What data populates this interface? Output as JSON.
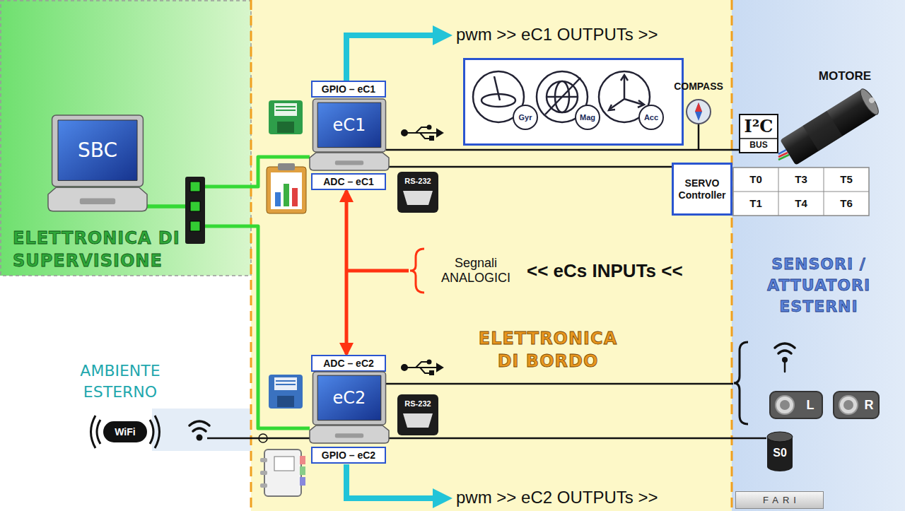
{
  "diagram": {
    "nodes": [
      {
        "text": [
          "ELETTRONICA DI SUPERVISIONE"
        ]
      },
      {
        "text": [
          "SBC"
        ],
        "in": 0
      },
      {
        "text": [
          "ELETTRONICA DI BORDO"
        ]
      },
      {
        "text": [
          "GPIO – eC1"
        ],
        "in": 2
      },
      {
        "text": [
          "eC1"
        ],
        "in": 2
      },
      {
        "text": [
          "Gyr",
          "Mag",
          "Acc"
        ],
        "in": 2
      },
      {
        "text": [
          "ADC – eC1"
        ],
        "in": 2
      },
      {
        "text": [
          "SERVO Controller"
        ],
        "in": 2
      },
      {
        "text": [
          "ADC – eC2"
        ],
        "in": 2
      },
      {
        "text": [
          "eC2"
        ],
        "in": 2
      },
      {
        "text": [
          "GPIO – eC2"
        ],
        "in": 2
      },
      {
        "text": [
          "SENSORI / ATTUATORI ESTERNI"
        ]
      },
      {
        "text": [
          "L"
        ],
        "in": 11
      },
      {
        "text": [
          "R"
        ],
        "in": 11
      },
      {
        "text": [
          "S0"
        ],
        "in": 11
      },
      {
        "text": [
          "FARI"
        ],
        "in": 11
      }
    ],
    "edges": [
      {
        "from": 1,
        "to": 4,
        "arrow": "none"
      },
      {
        "from": 1,
        "to": 9,
        "arrow": "none"
      },
      {
        "from": 6,
        "to": 8,
        "arrow": "both"
      },
      {
        "from": 4,
        "to": 7,
        "arrow": "none"
      },
      {
        "from": 9,
        "to": 14,
        "arrow": "none"
      }
    ],
    "labels": [
      "pwm >> eC1 OUTPUTs >>",
      "COMPASS",
      "MOTORE",
      "I²C",
      "BUS",
      "T0",
      "T3",
      "T5",
      "T1",
      "T4",
      "T6",
      "RS-232",
      "Segnali ANALOGICI",
      "<< eCs INPUTs <<",
      "RS-232",
      "AMBIENTE ESTERNO",
      "WiFi",
      "pwm >> eC2 OUTPUTs >>"
    ]
  }
}
